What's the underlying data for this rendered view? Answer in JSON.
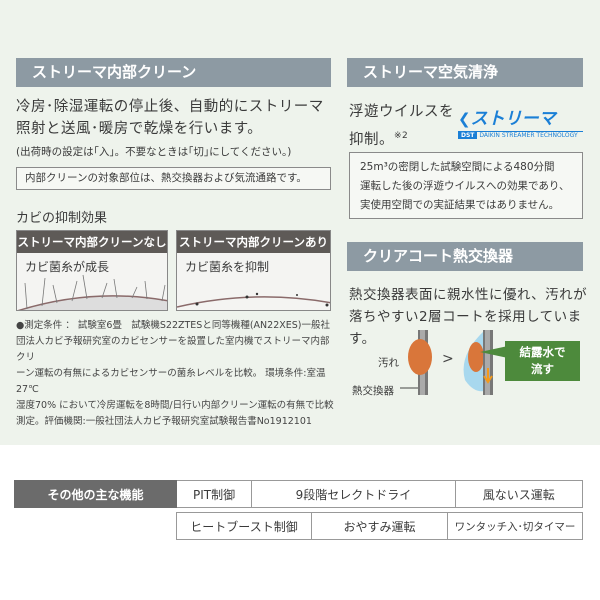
{
  "left": {
    "header": "ストリーマ内部クリーン",
    "desc_line1": "冷房･除湿運転の停止後、自動的にストリーマ",
    "desc_line2": "照射と送風･暖房で乾燥を行います。",
    "setting_note": "(出荷時の設定は｢入｣。不要なときは｢切｣にしてください。)",
    "target_note": "内部クリーンの対象部位は、熱交換器および気流通路です。",
    "mold_title": "カビの抑制効果",
    "without": {
      "caption": "ストリーマ内部クリーンなし",
      "label": "カビ菌糸が成長"
    },
    "with": {
      "caption": "ストリーマ内部クリーンあり",
      "label": "カビ菌糸を抑制"
    },
    "footnote": [
      "●測定条件 ： 試験室6畳　試験機S22ZTESと同等機種(AN22XES)一般社",
      "団法人カビ予報研究室のカビセンサーを設置した室内機でストリーマ内部クリ",
      "ーン運転の有無によるカビセンサーの菌糸レベルを比較。 環境条件:室温27℃",
      "湿度70% において冷房運転を8時間/日行い内部クリーン運転の有無で比較",
      "測定。評価機関:一般社団法人カビ予報研究室試験報告書No1912101"
    ]
  },
  "right": {
    "header": "ストリーマ空気清浄",
    "virus_line1": "浮遊ウイルスを",
    "virus_line2": "抑制。",
    "virus_ref": "※2",
    "logo_text": "ストリーマ",
    "logo_sub": "DST",
    "logo_tag": "DAIKIN STREAMER TECHNOLOGY",
    "test_note": [
      "25m³の密閉した試験空間による480分間",
      "運転した後の浮遊ウイルスへの効果であり、",
      "実使用空間での実証結果ではありません。"
    ],
    "coat_header": "クリアコート熱交換器",
    "coat_line1": "熱交換器表面に親水性に優れ、汚れが",
    "coat_line2": "落ちやすい2層コートを採用しています。",
    "dirt_label": "汚れ",
    "exchanger_label": "熱交換器",
    "arrow": "＞",
    "callout_line1": "結露水で",
    "callout_line2": "流す"
  },
  "features": {
    "label": "その他の主な機能",
    "row1": [
      "PIT制御",
      "9段階セレクトドライ",
      "風ないス運転"
    ],
    "row2": [
      "ヒートブースト制御",
      "おやすみ運転",
      "ワンタッチ入･切タイマー"
    ]
  },
  "colors": {
    "header": "#8d9aa3",
    "bg": "#eef3ec",
    "callout": "#4d8a3c",
    "logo": "#1a7fd6"
  }
}
